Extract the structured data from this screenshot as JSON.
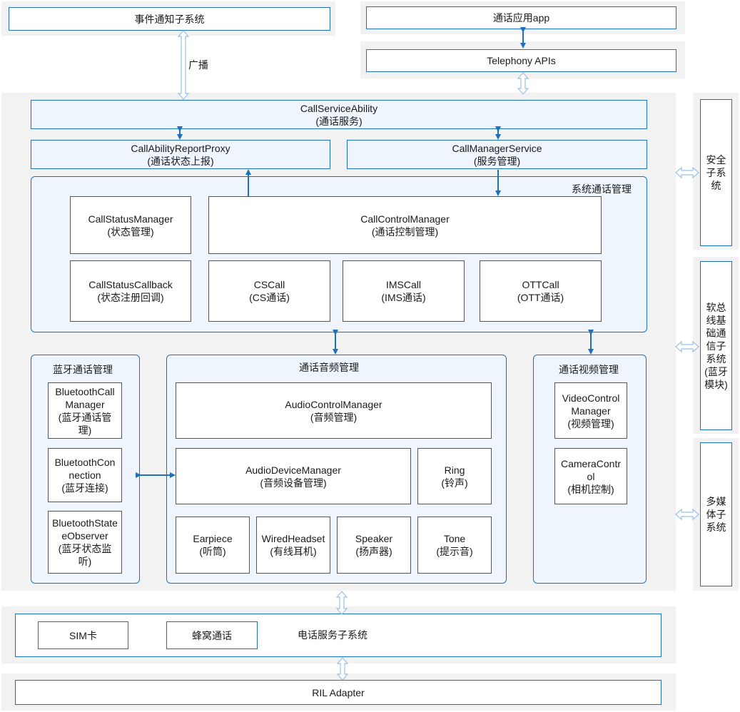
{
  "top": {
    "event_subsystem": "事件通知子系统",
    "broadcast": "广播",
    "call_app": "通话应用app",
    "telephony_apis": "Telephony APIs"
  },
  "call_service_ability": {
    "name": "CallServiceAbility",
    "sub": "(通话服务)"
  },
  "report_proxy": {
    "name": "CallAbilityReportProxy",
    "sub": "(通话状态上报)"
  },
  "manager_service": {
    "name": "CallManagerService",
    "sub": "(服务管理)"
  },
  "system_call_mgmt": {
    "title": "系统通话管理",
    "status_manager": {
      "name": "CallStatusManager",
      "sub": "(状态管理)"
    },
    "control_manager": {
      "name": "CallControlManager",
      "sub": "(通话控制管理)"
    },
    "status_callback": {
      "name": "CallStatusCallback",
      "sub": "(状态注册回调)"
    },
    "cs_call": {
      "name": "CSCall",
      "sub": "(CS通话)"
    },
    "ims_call": {
      "name": "IMSCall",
      "sub": "(IMS通话)"
    },
    "ott_call": {
      "name": "OTTCall",
      "sub": "(OTT通话)"
    }
  },
  "bluetooth_mgmt": {
    "title": "蓝牙通话管理",
    "items": [
      {
        "l1": "BluetoothCall",
        "l2": "Manager",
        "l3": "(蓝牙通话管",
        "l4": "理)"
      },
      {
        "l1": "BluetoothCon",
        "l2": "nection",
        "l3": "(蓝牙连接)",
        "l4": ""
      },
      {
        "l1": "BluetoothState",
        "l2": "eObserver",
        "l3": "(蓝牙状态监",
        "l4": "听)"
      }
    ]
  },
  "audio_mgmt": {
    "title": "通话音频管理",
    "control": {
      "name": "AudioControlManager",
      "sub": "(音频管理)"
    },
    "device": {
      "name": "AudioDeviceManager",
      "sub": "(音频设备管理)"
    },
    "ring": {
      "name": "Ring",
      "sub": "(铃声)"
    },
    "earpiece": {
      "name": "Earpiece",
      "sub": "(听筒)"
    },
    "wired": {
      "name": "WiredHeadset",
      "sub": "(有线耳机)"
    },
    "speaker": {
      "name": "Speaker",
      "sub": "(扬声器)"
    },
    "tone": {
      "name": "Tone",
      "sub": "(提示音)"
    }
  },
  "video_mgmt": {
    "title": "通话视频管理",
    "video_control": {
      "l1": "VideoControl",
      "l2": "Manager",
      "l3": "(视频管理)"
    },
    "camera_control": {
      "l1": "CameraContr",
      "l2": "ol",
      "l3": "(相机控制)"
    }
  },
  "side": {
    "security": [
      "安全",
      "子系",
      "统"
    ],
    "softbus": [
      "软总",
      "线基",
      "础通",
      "信子",
      "系统",
      "(蓝牙",
      "模块)"
    ],
    "multimedia": [
      "多媒",
      "体子",
      "系统"
    ]
  },
  "telephony_service": {
    "sim": "SIM卡",
    "cellular": "蜂窝通话",
    "title": "电话服务子系统"
  },
  "ril_adapter": "RIL Adapter"
}
